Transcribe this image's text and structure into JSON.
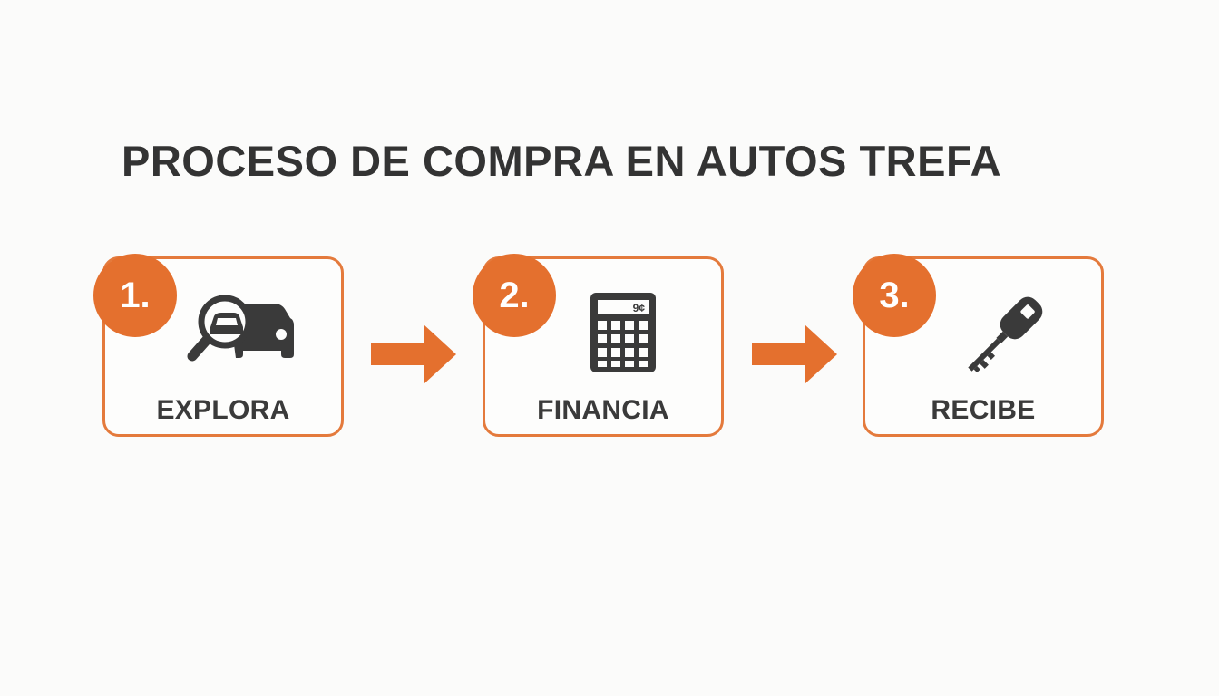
{
  "title": "PROCESO DE COMPRA EN AUTOS TREFA",
  "colors": {
    "accent": "#e4702e",
    "text": "#333333",
    "background": "#fbfbfa"
  },
  "steps": [
    {
      "number": "1.",
      "label": "EXPLORA",
      "icon": "magnifier-car-icon"
    },
    {
      "number": "2.",
      "label": "FINANCIA",
      "icon": "calculator-icon",
      "display_text": "9¢"
    },
    {
      "number": "3.",
      "label": "RECIBE",
      "icon": "car-key-icon"
    }
  ]
}
